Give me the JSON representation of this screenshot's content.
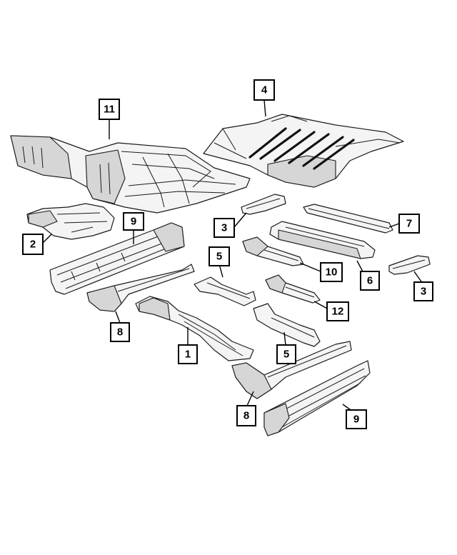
{
  "callouts": [
    {
      "id": "c11",
      "label": "11"
    },
    {
      "id": "c4",
      "label": "4"
    },
    {
      "id": "c2",
      "label": "2"
    },
    {
      "id": "c9a",
      "label": "9"
    },
    {
      "id": "c3a",
      "label": "3"
    },
    {
      "id": "c7",
      "label": "7"
    },
    {
      "id": "c5a",
      "label": "5"
    },
    {
      "id": "c10",
      "label": "10"
    },
    {
      "id": "c6",
      "label": "6"
    },
    {
      "id": "c3b",
      "label": "3"
    },
    {
      "id": "c12",
      "label": "12"
    },
    {
      "id": "c8a",
      "label": "8"
    },
    {
      "id": "c1",
      "label": "1"
    },
    {
      "id": "c5b",
      "label": "5"
    },
    {
      "id": "c8b",
      "label": "8"
    },
    {
      "id": "c9b",
      "label": "9"
    }
  ],
  "colors": {
    "line": "#1a1a1a",
    "part_fill": "#f4f4f4",
    "shade_fill": "#d6d6d6",
    "background": "#ffffff"
  }
}
